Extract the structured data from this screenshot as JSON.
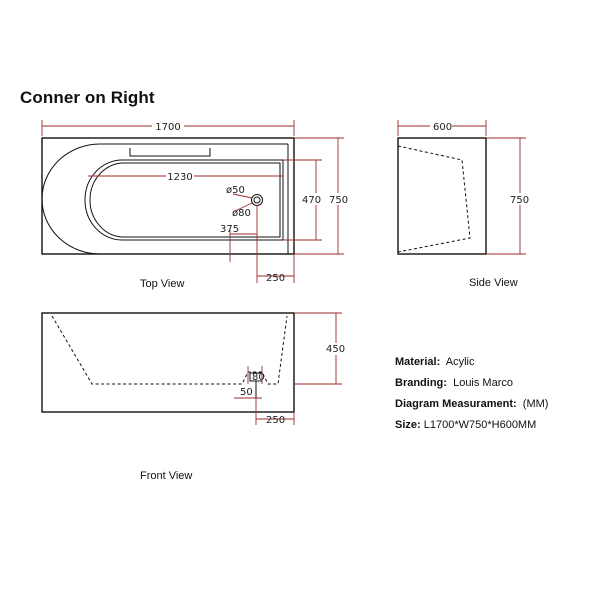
{
  "title": "Conner on Right",
  "dimensions": {
    "top_length": "1700",
    "inner_length": "1230",
    "drain": "ø50",
    "overflow": "ø80",
    "drain_offset": "375",
    "inner_width": "470",
    "total_width": "750",
    "drain_from_end": "250",
    "side_width": "600",
    "side_height": "750",
    "front_height": "450",
    "front_drain": "80",
    "front_drain_depth": "50",
    "front_drain_from_end": "250"
  },
  "views": {
    "top": "Top View",
    "side": "Side View",
    "front": "Front View"
  },
  "specs": [
    {
      "label": "Material",
      "value": "Acylic"
    },
    {
      "label": "Branding",
      "value": "Louis Marco"
    },
    {
      "label": "Diagram Measurament",
      "value": "(MM)"
    },
    {
      "label": "Size",
      "value": "L1700*W750*H600MM"
    }
  ],
  "colors": {
    "dimension": "#9c2b2b",
    "outline": "#111111"
  }
}
